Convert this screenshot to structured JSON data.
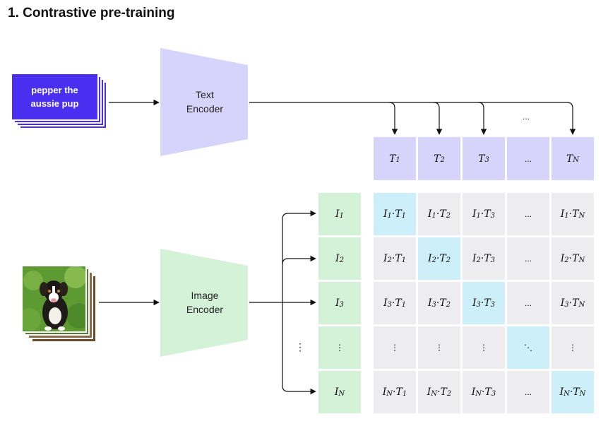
{
  "title": "1. Contrastive pre-training",
  "text_input": {
    "line1": "pepper the",
    "line2": "aussie pup"
  },
  "text_encoder": {
    "line1": "Text",
    "line2": "Encoder"
  },
  "image_encoder": {
    "line1": "Image",
    "line2": "Encoder"
  },
  "image_input": {
    "description_icon": "dog-photo-icon"
  },
  "ellipsis_h": "...",
  "ellipsis_v": "⋮",
  "ellipsis_diag": "⋱",
  "text_embeddings": [
    {
      "sym": "T",
      "sub": "1"
    },
    {
      "sym": "T",
      "sub": "2"
    },
    {
      "sym": "T",
      "sub": "3"
    },
    {
      "sym": "...",
      "sub": ""
    },
    {
      "sym": "T",
      "sub": "N"
    }
  ],
  "image_embeddings": [
    {
      "sym": "I",
      "sub": "1"
    },
    {
      "sym": "I",
      "sub": "2"
    },
    {
      "sym": "I",
      "sub": "3"
    },
    {
      "sym": "⋮",
      "sub": ""
    },
    {
      "sym": "I",
      "sub": "N"
    }
  ],
  "colors": {
    "text_card": "#4b2ff0",
    "text_encoder": "#d7d4fb",
    "image_encoder": "#d4f2d8",
    "matrix_cell": "#ededf0",
    "matrix_diagonal": "#cdeffa"
  }
}
